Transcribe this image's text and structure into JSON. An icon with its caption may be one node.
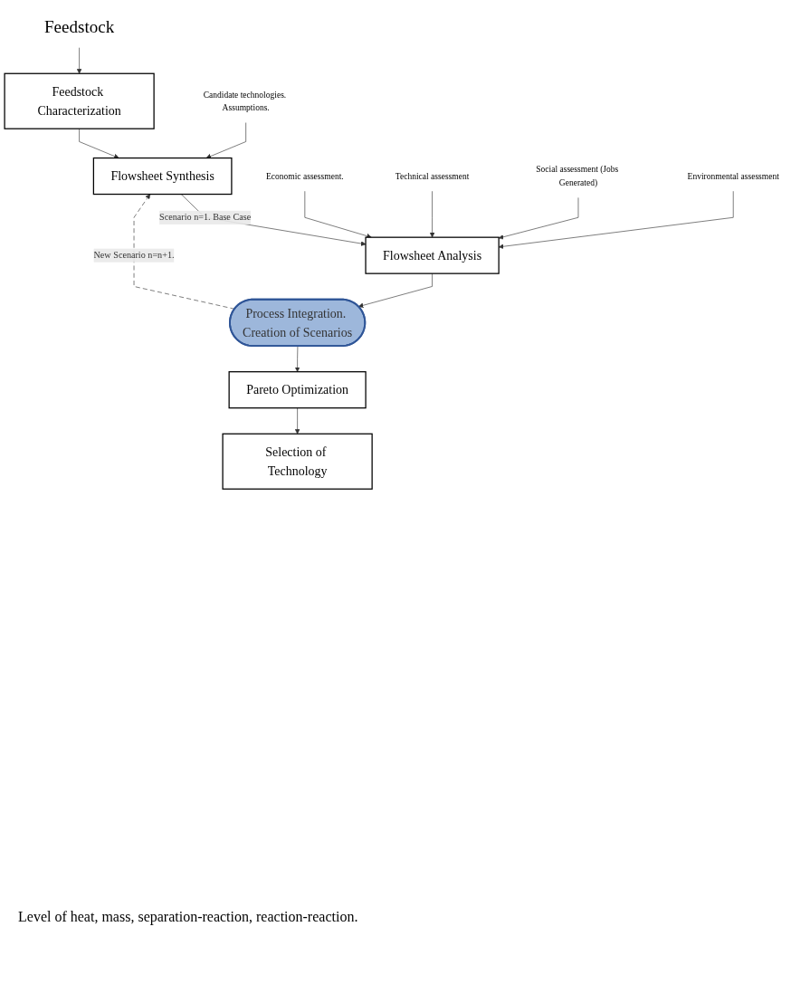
{
  "diagram": {
    "nodes": [
      {
        "text": [
          "Feedstock"
        ]
      },
      {
        "text": [
          "Feedstock Characterization"
        ]
      },
      {
        "text": [
          "Candidate technologies. Assumptions."
        ]
      },
      {
        "text": [
          "Flowsheet Synthesis"
        ]
      },
      {
        "text": [
          "Flowsheet Analysis"
        ]
      },
      {
        "text": [
          "Economic assessment."
        ]
      },
      {
        "text": [
          "Technical assessment"
        ]
      },
      {
        "text": [
          "Social assessment (Jobs Generated)"
        ]
      },
      {
        "text": [
          "Environmental assessment"
        ]
      },
      {
        "text": [
          "Process Integration. Creation of Scenarios"
        ]
      },
      {
        "text": [
          "Pareto Optimization"
        ]
      },
      {
        "text": [
          "Selection of Technology"
        ]
      }
    ],
    "edges": [
      {
        "from": 0,
        "to": 1,
        "arrow": "to"
      },
      {
        "from": 1,
        "to": 3,
        "arrow": "to"
      },
      {
        "from": 2,
        "to": 3,
        "arrow": "to"
      },
      {
        "from": 3,
        "to": 4,
        "arrow": "to",
        "label": "Scenario n=1. Base Case"
      },
      {
        "from": 5,
        "to": 4,
        "arrow": "to"
      },
      {
        "from": 6,
        "to": 4,
        "arrow": "to"
      },
      {
        "from": 7,
        "to": 4,
        "arrow": "to"
      },
      {
        "from": 8,
        "to": 4,
        "arrow": "to"
      },
      {
        "from": 4,
        "to": 9,
        "arrow": "to"
      },
      {
        "from": 9,
        "to": 10,
        "arrow": "to"
      },
      {
        "from": 10,
        "to": 11,
        "arrow": "to"
      },
      {
        "from": 9,
        "to": 3,
        "arrow": "to",
        "style": "dashed",
        "label": "New Scenario n=n+1."
      }
    ],
    "labels": [
      "Level of heat, mass, separation-reaction, reaction-reaction."
    ]
  }
}
